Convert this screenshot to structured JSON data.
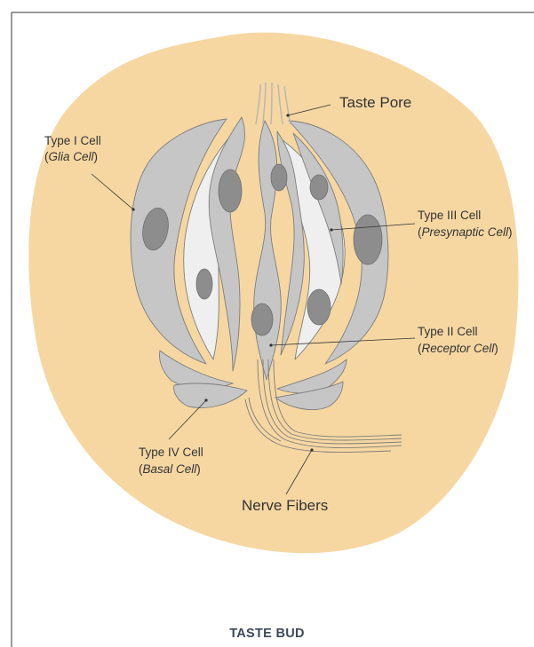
{
  "title": "TASTE BUD",
  "labels": {
    "taste_pore": "Taste Pore",
    "type1": {
      "name": "Type I Cell",
      "open": "(",
      "sub": "Glia Cell",
      "close": ")"
    },
    "type2": {
      "name": "Type II Cell",
      "open": "(",
      "sub": "Receptor Cell",
      "close": ")"
    },
    "type3": {
      "name": "Type III Cell",
      "open": "(",
      "sub": "Presynaptic Cell",
      "close": ")"
    },
    "type4": {
      "name": "Type IV Cell",
      "open": "(",
      "sub": "Basal Cell",
      "close": ")"
    },
    "nerve_fibers": "Nerve Fibers"
  },
  "colors": {
    "tissue": "#f6d7a2",
    "cell_gray": "#c6c6c6",
    "cell_light": "#efefef",
    "nucleus": "#8d8d8d",
    "outline": "#7d7d7d",
    "frame": "#333333"
  }
}
